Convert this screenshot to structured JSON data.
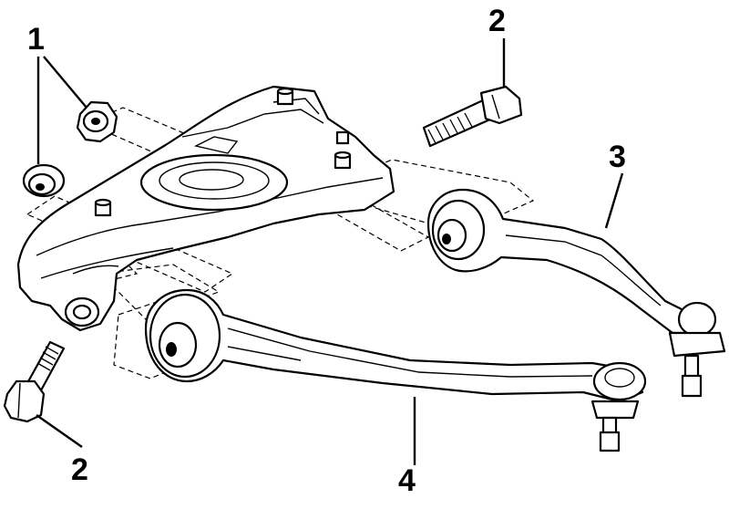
{
  "callouts": [
    {
      "id": "1",
      "label": "1"
    },
    {
      "id": "2a",
      "label": "2"
    },
    {
      "id": "2b",
      "label": "2"
    },
    {
      "id": "3",
      "label": "3"
    },
    {
      "id": "4",
      "label": "4"
    }
  ]
}
